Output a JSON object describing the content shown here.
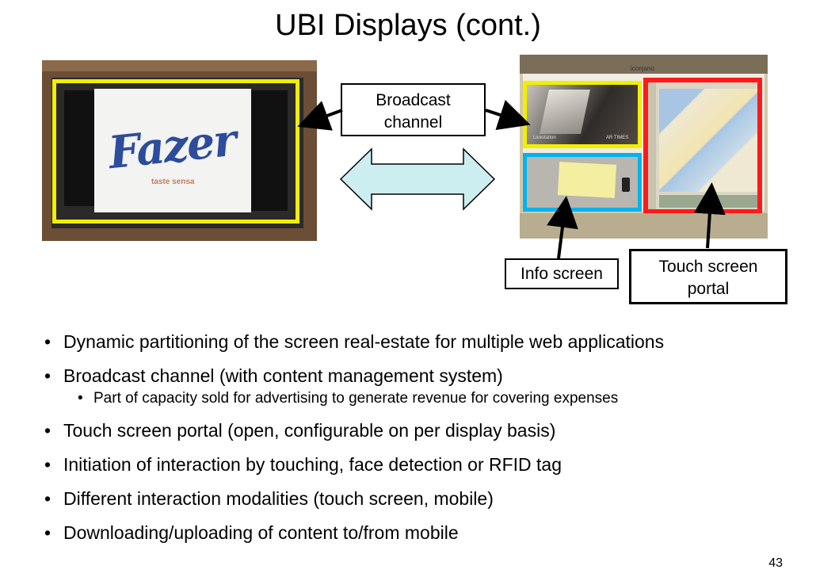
{
  "slide": {
    "title": "UBI Displays (cont.)",
    "page_number": "43"
  },
  "left_photo": {
    "brand_text": "Fazer",
    "tagline": "taste sensa"
  },
  "right_photo": {
    "header_text": "iconjano",
    "video_caption": "Livestation",
    "video_tag": "AR TIMES"
  },
  "callouts": {
    "broadcast_channel": [
      "Broadcast",
      "channel"
    ],
    "info_screen": "Info screen",
    "touch_screen_portal": [
      "Touch screen",
      "portal"
    ]
  },
  "colors": {
    "broadcast_frame": "#f2ee00",
    "info_frame": "#00b4f0",
    "touch_frame": "#ff1a1a",
    "double_arrow_fill": "#cdeef0"
  },
  "bullets": [
    {
      "level": 1,
      "text": "Dynamic partitioning of the screen real-estate for multiple web applications"
    },
    {
      "level": 1,
      "text": "Broadcast channel (with content management system)"
    },
    {
      "level": 2,
      "text": "Part of capacity sold for advertising to generate revenue for covering expenses"
    },
    {
      "level": 1,
      "text": "Touch screen portal (open, configurable on per display basis)"
    },
    {
      "level": 1,
      "text": "Initiation of interaction by touching, face detection or RFID tag"
    },
    {
      "level": 1,
      "text": "Different interaction modalities (touch screen, mobile)"
    },
    {
      "level": 1,
      "text": "Downloading/uploading of content to/from mobile"
    }
  ]
}
